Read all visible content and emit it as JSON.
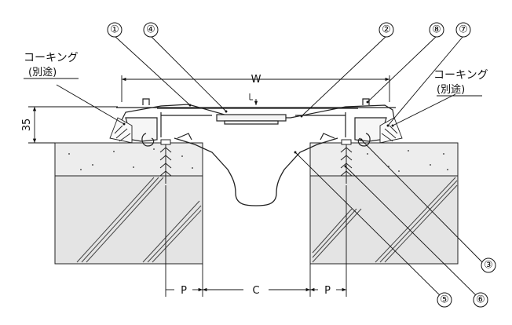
{
  "callouts": [
    "①",
    "④",
    "②",
    "⑧",
    "⑦",
    "③",
    "⑤",
    "⑥"
  ],
  "caulking_left": {
    "line1": "コーキング",
    "line2": "(別途)"
  },
  "caulking_right": {
    "line1": "コーキング",
    "line2": "(別途)"
  },
  "dimensions": {
    "w": "W",
    "h": "35",
    "p_left": "P",
    "c": "C",
    "p_right": "P"
  },
  "colors": {
    "concrete": "#e9e9e9",
    "wall": "#e4e4e4",
    "line": "#222222"
  }
}
